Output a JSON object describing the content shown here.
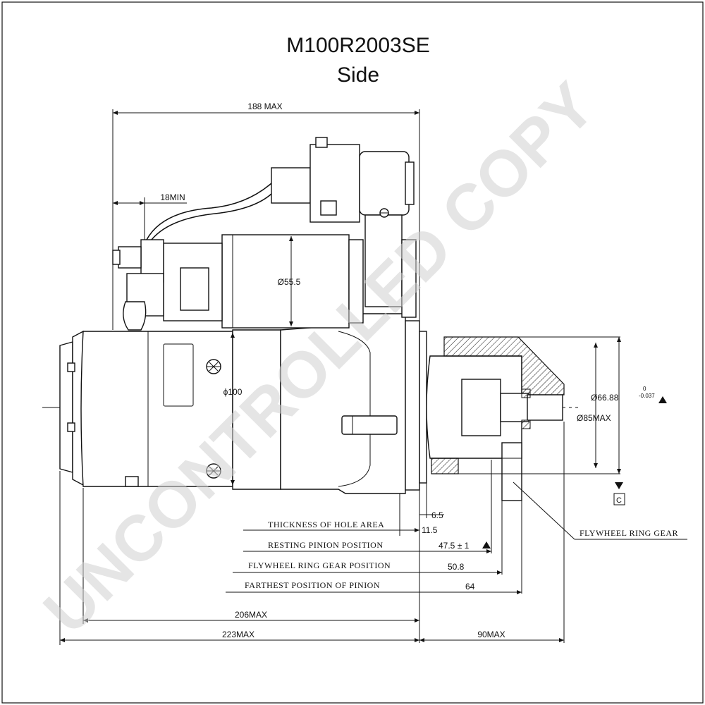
{
  "title": "M100R2003SE",
  "subtitle": "Side",
  "watermark": "UNCONTROLLED COPY",
  "dimensions": {
    "overall_top": "188 MAX",
    "min_terminal": "18MIN",
    "solenoid_dia": "Ø55.5",
    "body_dia": "ϕ100",
    "flange_dia": "Ø66.88",
    "flange_tol": "-0.037",
    "flange_tol_top": "0",
    "pilot_dia": "Ø85MAX",
    "datum": "C",
    "hole_thickness_val": "6.5",
    "thickness_val": "11.5",
    "resting_val": "47.5 ± 1",
    "ring_gear_val": "50.8",
    "farthest_val": "64",
    "len_206": "206MAX",
    "len_223": "223MAX",
    "len_90": "90MAX"
  },
  "labels": {
    "thickness": "THICKNESS OF HOLE AREA",
    "resting": "RESTING PINION POSITION",
    "ring_gear_pos": "FLYWHEEL RING GEAR POSITION",
    "farthest": "FARTHEST POSITION OF  PINION",
    "flywheel": "FLYWHEEL RING GEAR"
  }
}
